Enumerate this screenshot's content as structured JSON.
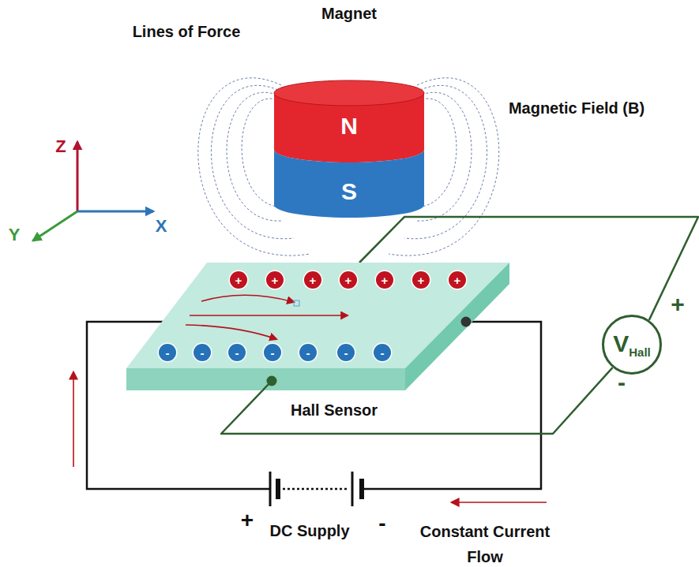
{
  "diagram": {
    "nodes": [
      {
        "text": [
          "N"
        ]
      },
      {
        "text": [
          "S"
        ]
      },
      {
        "text": [
          "Hall Sensor"
        ]
      },
      {
        "text": [
          "+"
        ],
        "in": 2
      },
      {
        "text": [
          "+"
        ],
        "in": 2
      },
      {
        "text": [
          "+"
        ],
        "in": 2
      },
      {
        "text": [
          "+"
        ],
        "in": 2
      },
      {
        "text": [
          "+"
        ],
        "in": 2
      },
      {
        "text": [
          "+"
        ],
        "in": 2
      },
      {
        "text": [
          "+"
        ],
        "in": 2
      },
      {
        "text": [
          "-"
        ],
        "in": 2
      },
      {
        "text": [
          "-"
        ],
        "in": 2
      },
      {
        "text": [
          "-"
        ],
        "in": 2
      },
      {
        "text": [
          "-"
        ],
        "in": 2
      },
      {
        "text": [
          "-"
        ],
        "in": 2
      },
      {
        "text": [
          "-"
        ],
        "in": 2
      },
      {
        "text": [
          "-"
        ],
        "in": 2
      },
      {
        "text": [
          "V",
          "Hall"
        ]
      }
    ],
    "edges": [
      {
        "from": 2,
        "to": 17,
        "arrow": "none"
      },
      {
        "from": 2,
        "to": 17,
        "arrow": "none"
      }
    ],
    "labels": [
      "Magnet",
      "Lines of Force",
      "Magnetic Field (B)",
      "Z",
      "Y",
      "X",
      "+",
      "-",
      "+",
      "DC Supply",
      "-",
      "Constant Current Flow"
    ]
  }
}
